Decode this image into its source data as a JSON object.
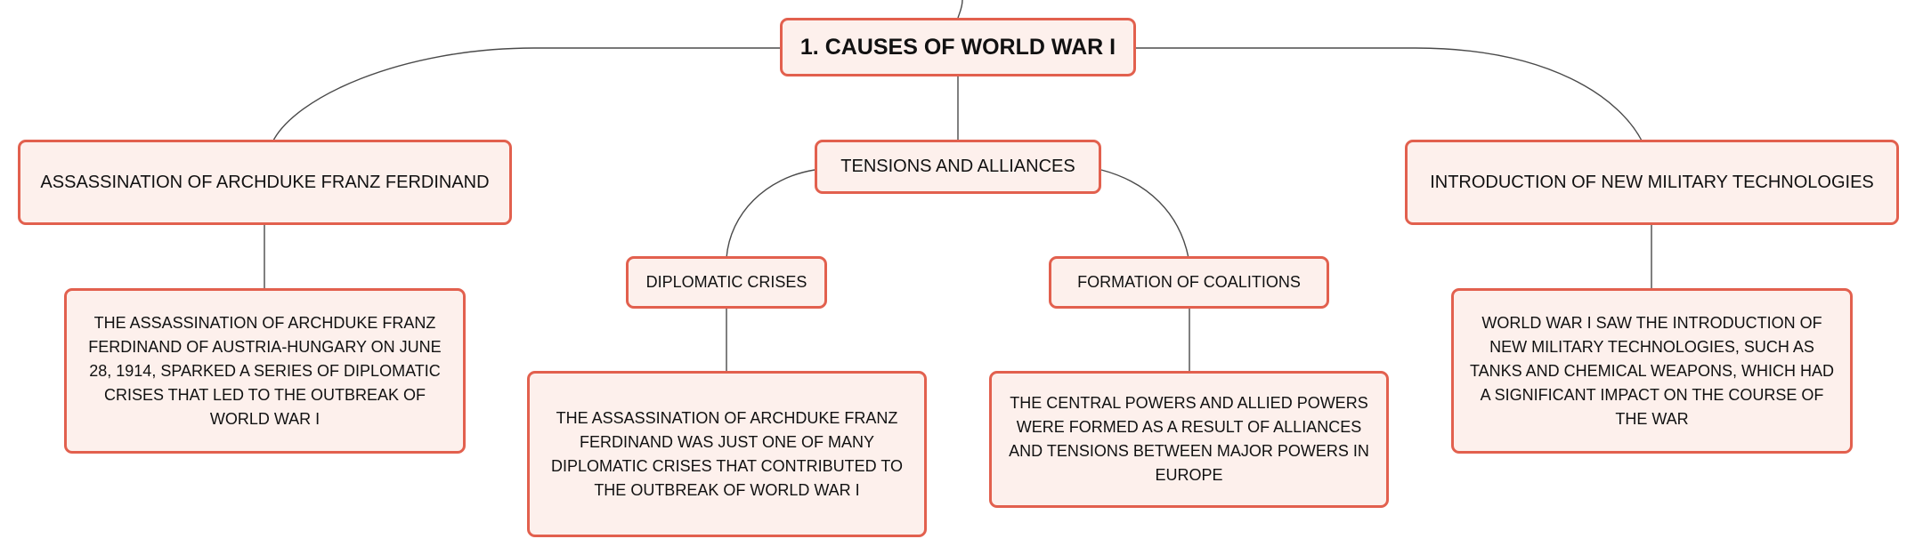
{
  "root": {
    "label": "1. CAUSES OF WORLD WAR I"
  },
  "topics": [
    {
      "label": "ASSASSINATION OF ARCHDUKE FRANZ FERDINAND",
      "detail": "THE ASSASSINATION OF ARCHDUKE FRANZ FERDINAND OF AUSTRIA-HUNGARY ON JUNE 28, 1914, SPARKED A SERIES OF DIPLOMATIC CRISES THAT LED TO THE OUTBREAK OF WORLD WAR I"
    },
    {
      "label": "TENSIONS AND ALLIANCES",
      "children": [
        {
          "label": "DIPLOMATIC CRISES",
          "detail": "THE ASSASSINATION OF ARCHDUKE FRANZ FERDINAND WAS JUST ONE OF MANY DIPLOMATIC CRISES THAT CONTRIBUTED TO THE OUTBREAK OF WORLD WAR I"
        },
        {
          "label": "FORMATION OF COALITIONS",
          "detail": "THE CENTRAL POWERS AND ALLIED POWERS WERE FORMED AS A RESULT OF ALLIANCES AND TENSIONS BETWEEN MAJOR POWERS IN EUROPE"
        }
      ]
    },
    {
      "label": "INTRODUCTION OF NEW MILITARY TECHNOLOGIES",
      "detail": "WORLD WAR I SAW THE INTRODUCTION OF NEW MILITARY TECHNOLOGIES, SUCH AS TANKS AND CHEMICAL WEAPONS, WHICH HAD A SIGNIFICANT IMPACT ON THE COURSE OF THE WAR"
    }
  ],
  "colors": {
    "border": "#e2604e",
    "fill": "#fdf0ec",
    "connector": "#4a4a4a",
    "text": "#111111"
  }
}
